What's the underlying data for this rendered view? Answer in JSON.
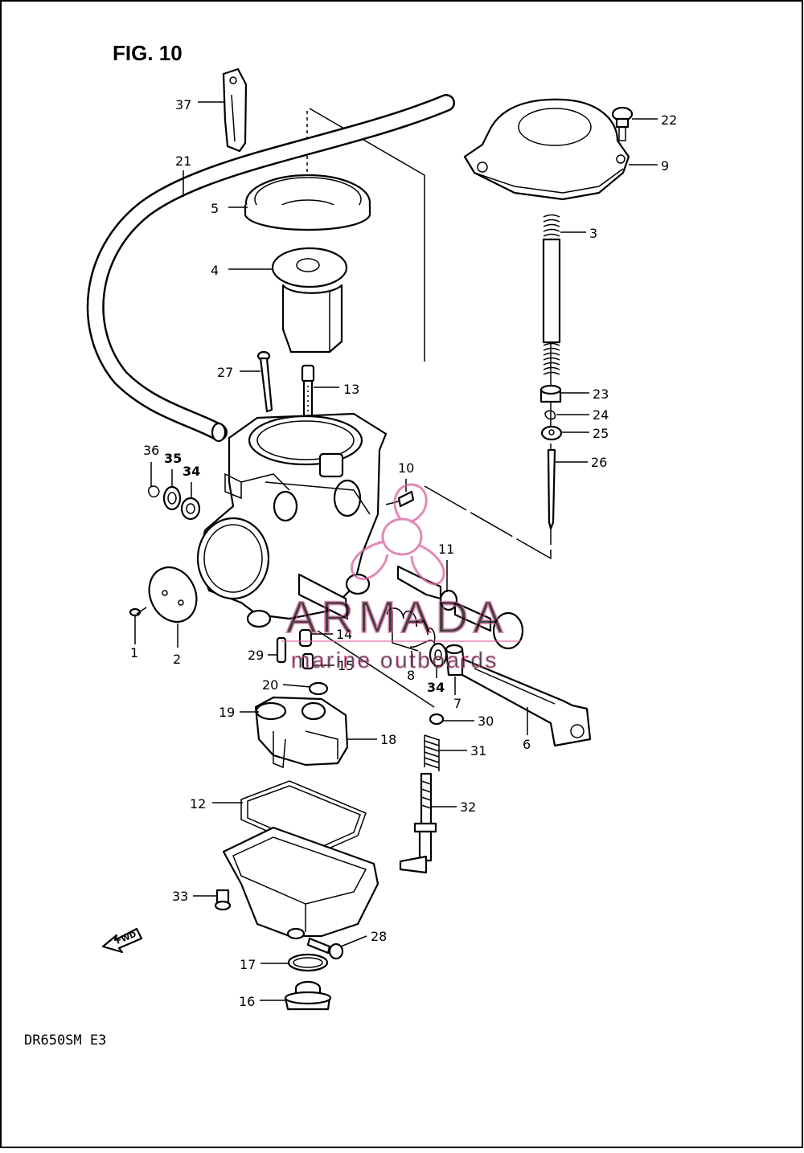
{
  "figure": {
    "title": "FIG. 10",
    "model_code": "DR650SM  E3",
    "fwd_label": "FWD"
  },
  "watermark": {
    "name": "ARMADA",
    "tagline": "marine outboards",
    "color": "#d9649e"
  },
  "callouts": [
    {
      "id": "37",
      "label": "37",
      "bold": false
    },
    {
      "id": "22",
      "label": "22",
      "bold": false
    },
    {
      "id": "9",
      "label": "9",
      "bold": false
    },
    {
      "id": "21",
      "label": "21",
      "bold": false
    },
    {
      "id": "5",
      "label": "5",
      "bold": false
    },
    {
      "id": "3",
      "label": "3",
      "bold": false
    },
    {
      "id": "4",
      "label": "4",
      "bold": false
    },
    {
      "id": "27",
      "label": "27",
      "bold": false
    },
    {
      "id": "13",
      "label": "13",
      "bold": false
    },
    {
      "id": "23",
      "label": "23",
      "bold": false
    },
    {
      "id": "24",
      "label": "24",
      "bold": false
    },
    {
      "id": "25",
      "label": "25",
      "bold": false
    },
    {
      "id": "26",
      "label": "26",
      "bold": false
    },
    {
      "id": "36",
      "label": "36",
      "bold": false
    },
    {
      "id": "35",
      "label": "35",
      "bold": true
    },
    {
      "id": "34a",
      "label": "34",
      "bold": true
    },
    {
      "id": "10",
      "label": "10",
      "bold": false
    },
    {
      "id": "11",
      "label": "11",
      "bold": false
    },
    {
      "id": "1",
      "label": "1",
      "bold": false
    },
    {
      "id": "2",
      "label": "2",
      "bold": false
    },
    {
      "id": "14",
      "label": "14",
      "bold": false
    },
    {
      "id": "29",
      "label": "29",
      "bold": false
    },
    {
      "id": "15",
      "label": "15",
      "bold": false
    },
    {
      "id": "8",
      "label": "8",
      "bold": false
    },
    {
      "id": "34b",
      "label": "34",
      "bold": true
    },
    {
      "id": "7",
      "label": "7",
      "bold": false
    },
    {
      "id": "20",
      "label": "20",
      "bold": false
    },
    {
      "id": "30",
      "label": "30",
      "bold": false
    },
    {
      "id": "6",
      "label": "6",
      "bold": false
    },
    {
      "id": "19",
      "label": "19",
      "bold": false
    },
    {
      "id": "18",
      "label": "18",
      "bold": false
    },
    {
      "id": "31",
      "label": "31",
      "bold": false
    },
    {
      "id": "12",
      "label": "12",
      "bold": false
    },
    {
      "id": "32",
      "label": "32",
      "bold": false
    },
    {
      "id": "33",
      "label": "33",
      "bold": false
    },
    {
      "id": "28",
      "label": "28",
      "bold": false
    },
    {
      "id": "17",
      "label": "17",
      "bold": false
    },
    {
      "id": "16",
      "label": "16",
      "bold": false
    }
  ]
}
